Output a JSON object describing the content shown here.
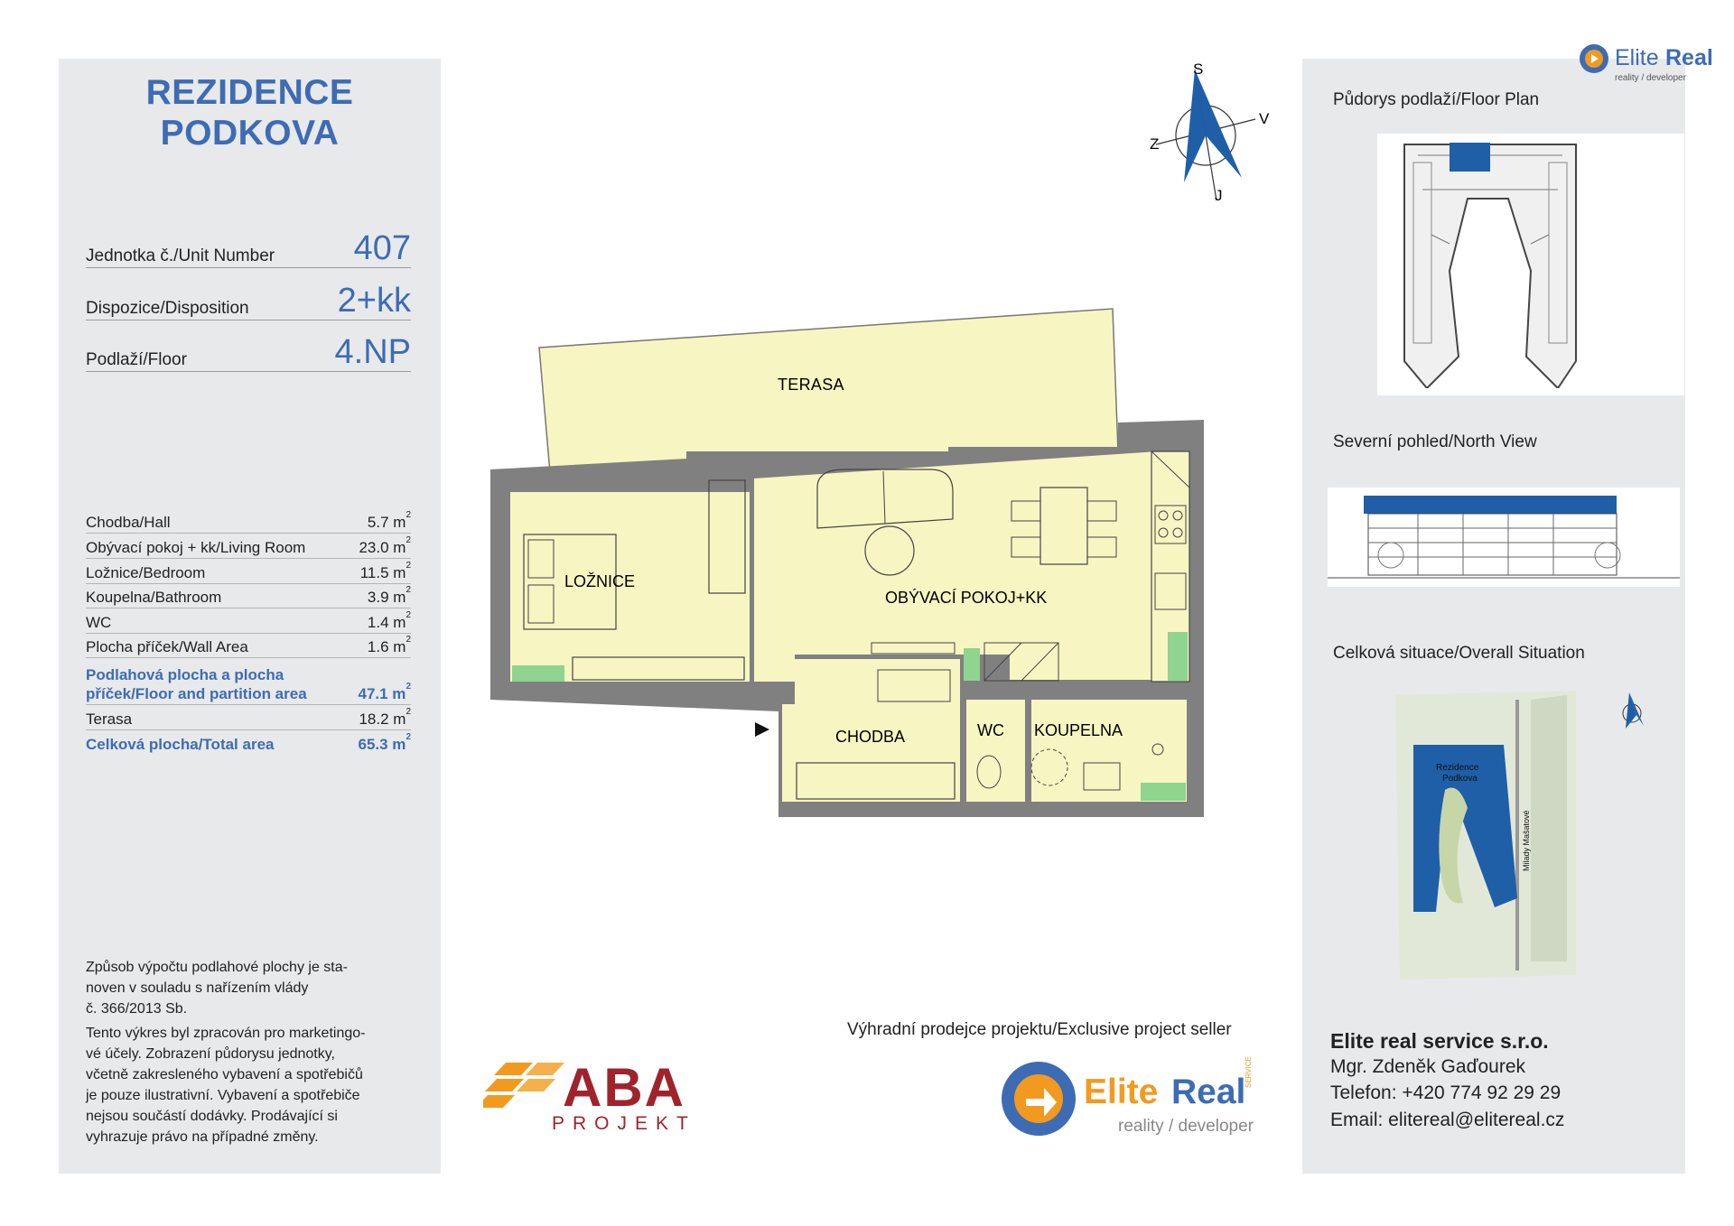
{
  "project": {
    "title_line1": "REZIDENCE",
    "title_line2": "PODKOVA"
  },
  "unit": [
    {
      "label": "Jednotka č./Unit Number",
      "value": "407"
    },
    {
      "label": "Dispozice/Disposition",
      "value": "2+kk"
    },
    {
      "label": "Podlaží/Floor",
      "value": "4.NP"
    }
  ],
  "areas": [
    {
      "label": "Chodba/Hall",
      "value": "5.7 m",
      "unit_sup": "2"
    },
    {
      "label": "Obývací pokoj + kk/Living Room",
      "value": "23.0 m",
      "unit_sup": "2"
    },
    {
      "label": "Ložnice/Bedroom",
      "value": "11.5 m",
      "unit_sup": "2"
    },
    {
      "label": "Koupelna/Bathroom",
      "value": "3.9 m",
      "unit_sup": "2"
    },
    {
      "label": "WC",
      "value": "1.4 m",
      "unit_sup": "2"
    },
    {
      "label": "Plocha příček/Wall Area",
      "value": "1.6 m",
      "unit_sup": "2"
    },
    {
      "label_line1": "Podlahová plocha a plocha",
      "label_line2": "příček/Floor and partition area",
      "value": "47.1 m",
      "unit_sup": "2"
    },
    {
      "label": "Terasa",
      "value": "18.2 m",
      "unit_sup": "2"
    },
    {
      "label": "Celková plocha/Total area",
      "value": "65.3 m",
      "unit_sup": "2"
    }
  ],
  "notes": {
    "p1": [
      "Způsob výpočtu podlahové plochy je sta-",
      "noven v souladu s nařízením vlády",
      "č. 366/2013 Sb."
    ],
    "p2": [
      "Tento výkres byl zpracován pro marketingo-",
      "vé účely. Zobrazení půdorysu jednotky,",
      "včetně zakresleného vybavení a spotřebičů",
      "je pouze ilustrativní. Vybavení a spotřebiče",
      "nejsou součástí dodávky. Prodávající si",
      "vyhrazuje právo na případné změny."
    ]
  },
  "compass": {
    "n": "S",
    "e": "V",
    "s": "J",
    "w": "Z"
  },
  "rooms": {
    "terasa": "TERASA",
    "loznice": "LOŽNICE",
    "obyvaci": "OBÝVACÍ POKOJ+KK",
    "chodba": "CHODBA",
    "wc": "WC",
    "koupelna": "KOUPELNA"
  },
  "right": {
    "floor_plan_title": "Půdorys podlaží/Floor Plan",
    "north_view_title": "Severní pohled/North View",
    "situation_title": "Celková situace/Overall Situation",
    "situation_building": [
      "Rezidence",
      "Podkova"
    ],
    "situation_street": "Milady Mašatové"
  },
  "seller": {
    "caption": "Výhradní prodejce projektu/Exclusive project seller",
    "logo_elite": "Elite",
    "logo_real": "Real",
    "logo_tag": "reality / developer",
    "logo_service": "SERVICE",
    "company": "Elite real service s.r.o.",
    "person": "Mgr. Zdeněk Gaďourek",
    "phone": "Telefon: +420 774 92 29 29",
    "email": "Email: elitereal@elitereal.cz"
  },
  "developer_logo": {
    "main": "ABA",
    "sub": "PROJEKT"
  },
  "colors": {
    "accent": "#3d6cb4",
    "room_fill": "#f7f5c2",
    "wall": "#808080",
    "panel": "#e8e9ea",
    "orange": "#f29a1f",
    "aba_red": "#a0232b"
  }
}
